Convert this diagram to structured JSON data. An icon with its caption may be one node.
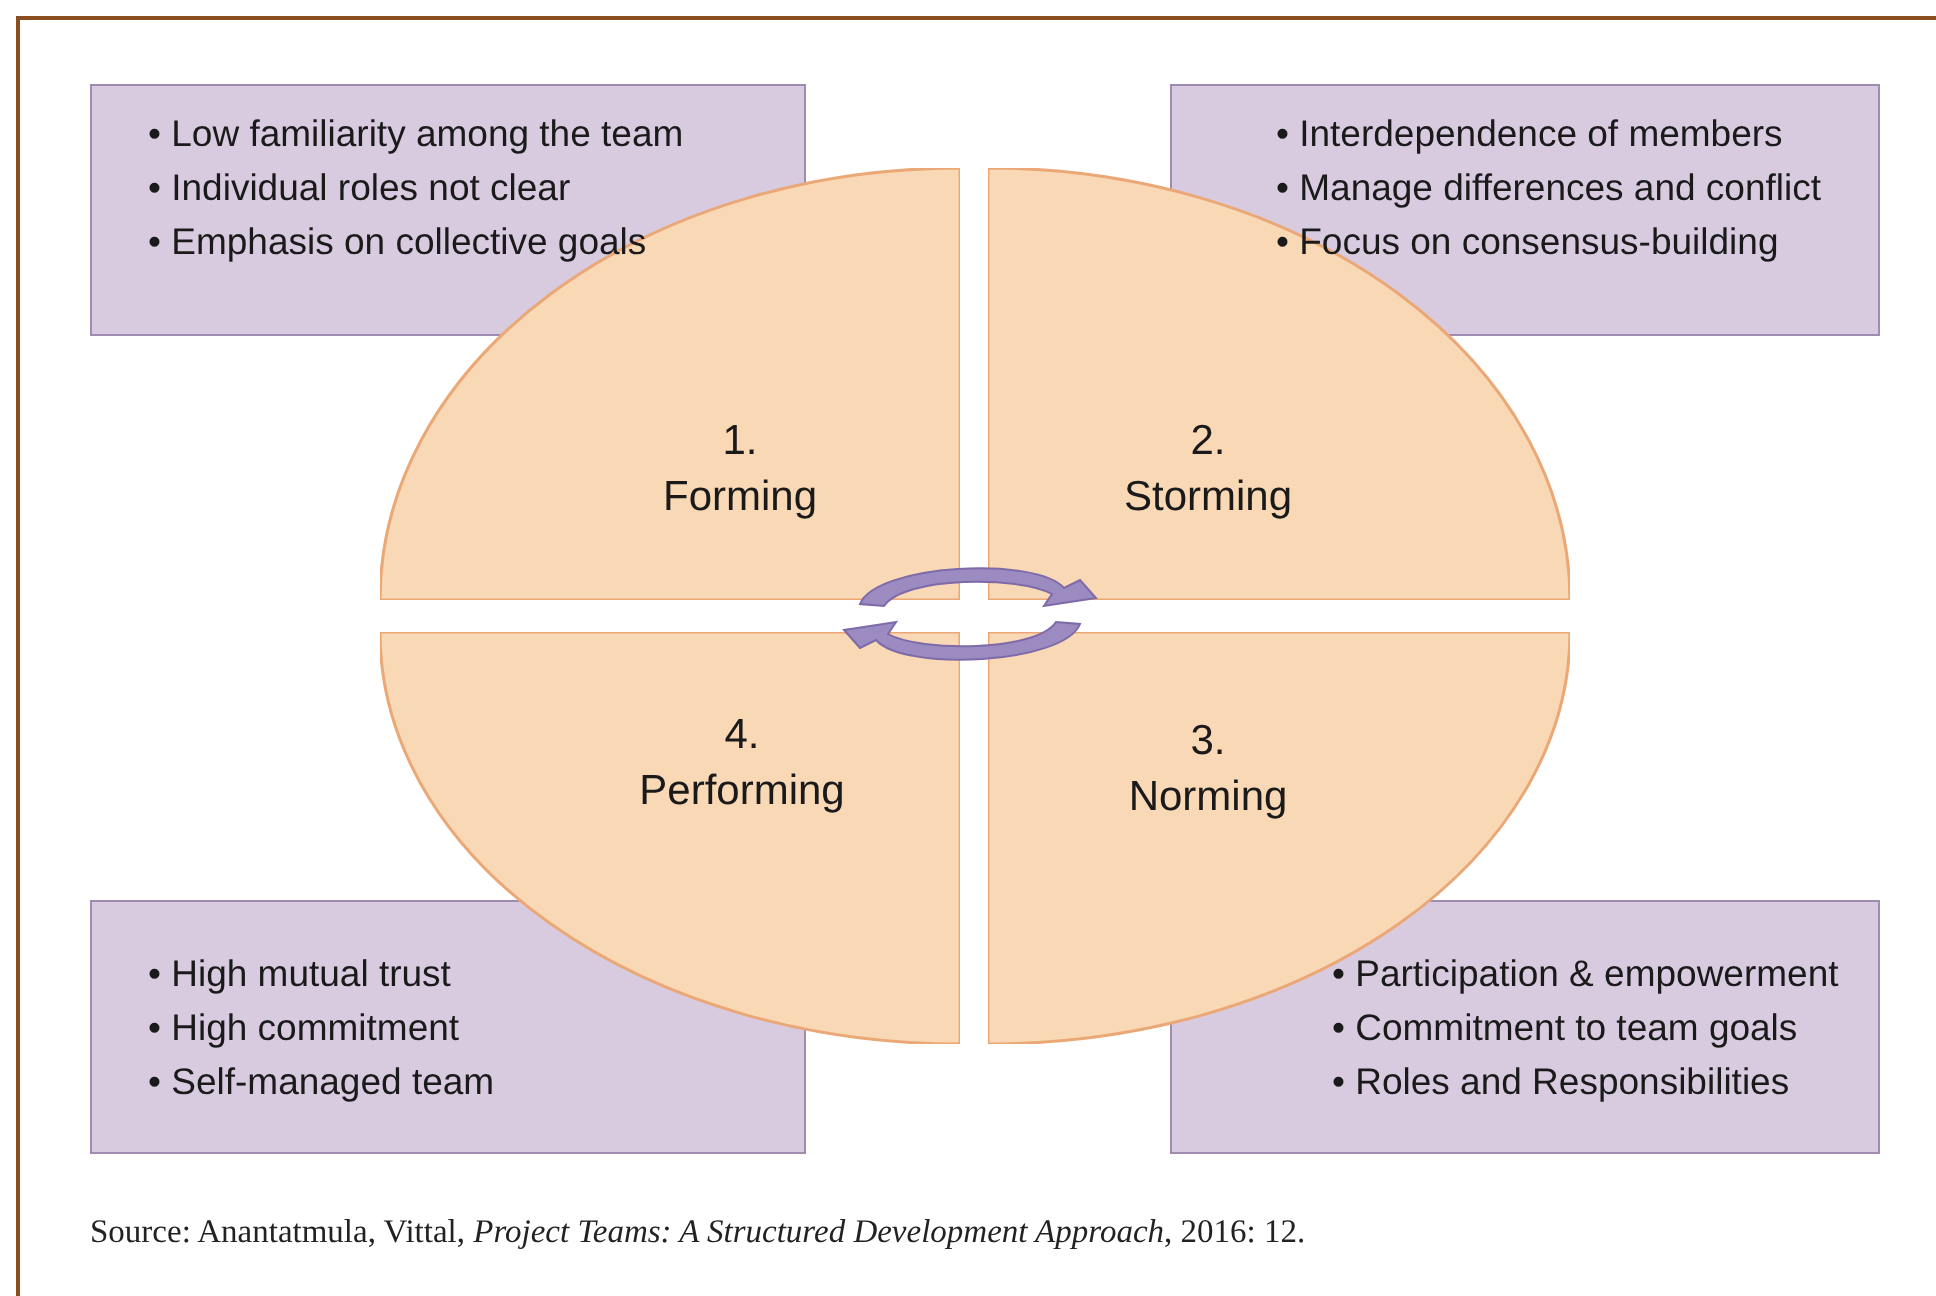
{
  "diagram": {
    "caption": "Source: Anantatmula, Vittal, *Project Teams: A Structured Development Approach*, 2016: 12.",
    "nodes": [
      {
        "text": [
          "• Low familiarity among the team",
          "• Individual roles not clear",
          "• Emphasis on collective goals"
        ]
      },
      {
        "text": [
          "• Interdependence of members",
          "• Manage differences and conflict",
          "• Focus on consensus-building"
        ]
      },
      {
        "text": [
          "1. Forming"
        ]
      },
      {
        "text": [
          "2. Storming"
        ]
      },
      {
        "text": [
          "4. Performing"
        ]
      },
      {
        "text": [
          "3. Norming"
        ]
      },
      {
        "text": [
          "• High mutual trust",
          "• High commitment",
          "• Self-managed team"
        ]
      },
      {
        "text": [
          "• Participation & empowerment",
          "• Commitment to team goals",
          "• Roles and Responsibilities"
        ]
      }
    ],
    "edges": []
  }
}
